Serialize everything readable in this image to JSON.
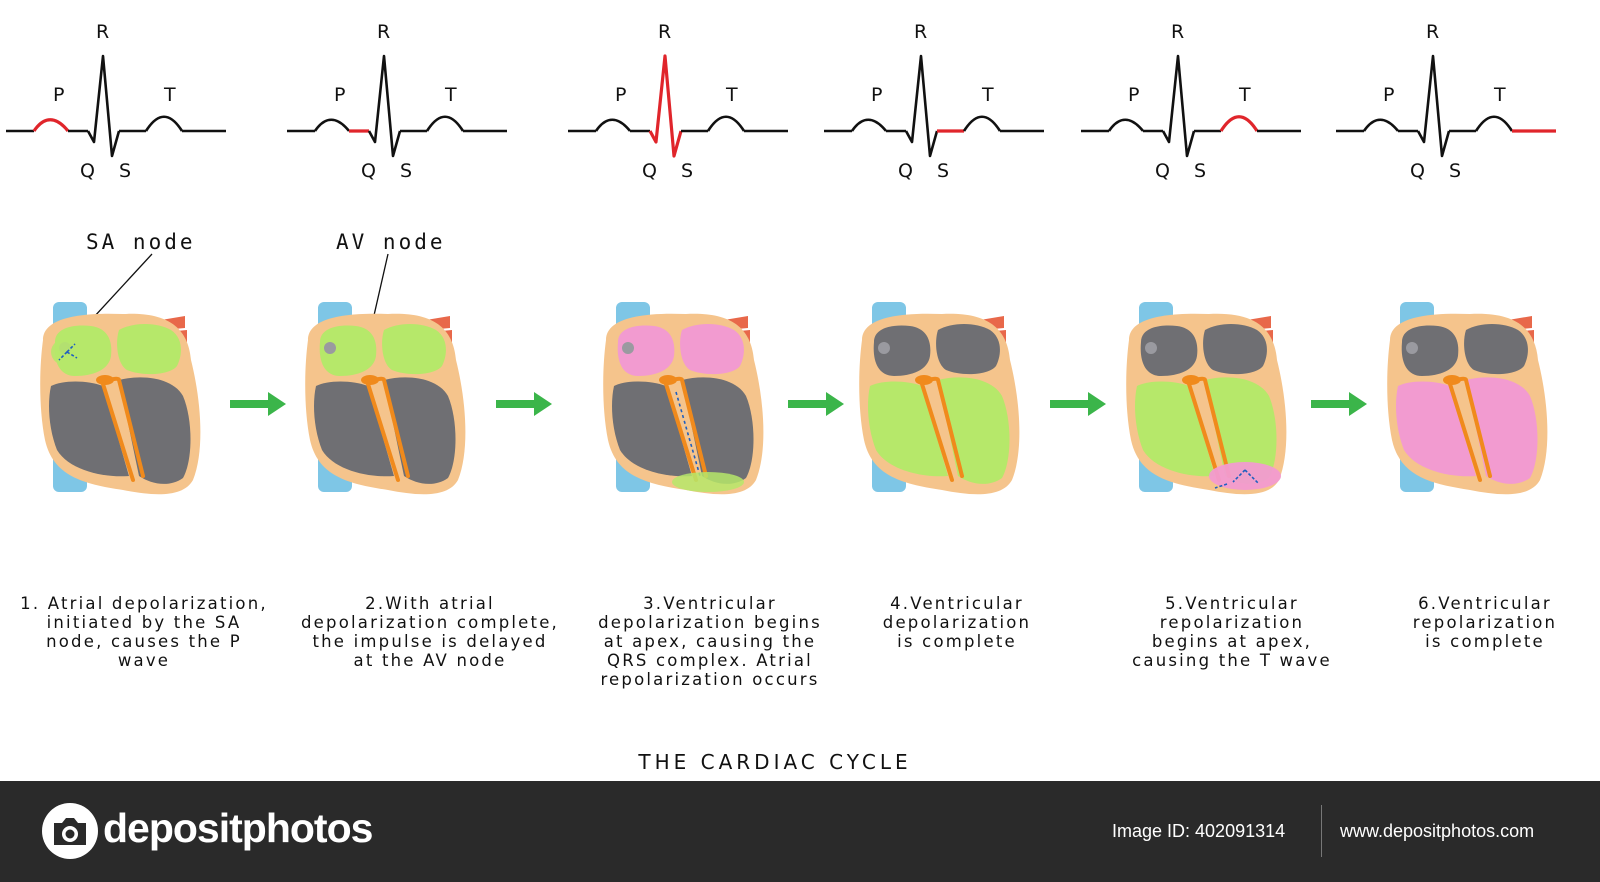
{
  "wave_labels": {
    "p": "P",
    "q": "Q",
    "r": "R",
    "s": "S",
    "t": "T"
  },
  "node_labels": {
    "sa": "SA node",
    "av": "AV node"
  },
  "highlight": [
    "p",
    "pr",
    "qrs",
    "st",
    "t",
    "tp"
  ],
  "panels": [
    {
      "caption": "1. Atrial depolarization,\ninitiated by the  SA\nnode, causes the  P\nwave"
    },
    {
      "caption": "2.With atrial\ndepolarization complete,\nthe impulse is delayed\nat the AV node"
    },
    {
      "caption": "3.Ventricular\ndepolarization begins\nat apex,  causing the\nQRS complex. Atrial\nrepolarization occurs"
    },
    {
      "caption": "4.Ventricular\ndepolarization\nis complete"
    },
    {
      "caption": "5.Ventricular\nrepolarization\nbegins at apex,\ncausing the T wave"
    },
    {
      "caption": "6.Ventricular\nrepolarization\nis complete"
    }
  ],
  "title": "THE CARDIAC CYCLE",
  "footer": {
    "brand": "depositphotos",
    "image_id": "Image ID: 402091314",
    "site": "www.depositphotos.com"
  },
  "colors": {
    "trace": "#111111",
    "highlight": "#e0252b",
    "arrow": "#3bb54a",
    "chamber_gray": "#6f6f73",
    "depolarized": "#b6e86a",
    "repolarized": "#f29bd0",
    "vessel_blue": "#7ec6e6",
    "outer_wall": "#f5c48c",
    "conduction": "#f08a1c",
    "footer_bg": "#2a2a2a"
  },
  "heart_states": [
    {
      "la": "g",
      "ra": "g",
      "lv": "n",
      "rv": "n",
      "sa": true
    },
    {
      "la": "g",
      "ra": "g",
      "lv": "n",
      "rv": "n",
      "av": true
    },
    {
      "la": "p",
      "ra": "p",
      "lv": "n",
      "rv": "n",
      "septum": true
    },
    {
      "la": "n",
      "ra": "n",
      "lv": "g",
      "rv": "g"
    },
    {
      "la": "n",
      "ra": "n",
      "lv": "g",
      "rv": "g",
      "apex": true
    },
    {
      "la": "n",
      "ra": "n",
      "lv": "p",
      "rv": "p"
    }
  ]
}
